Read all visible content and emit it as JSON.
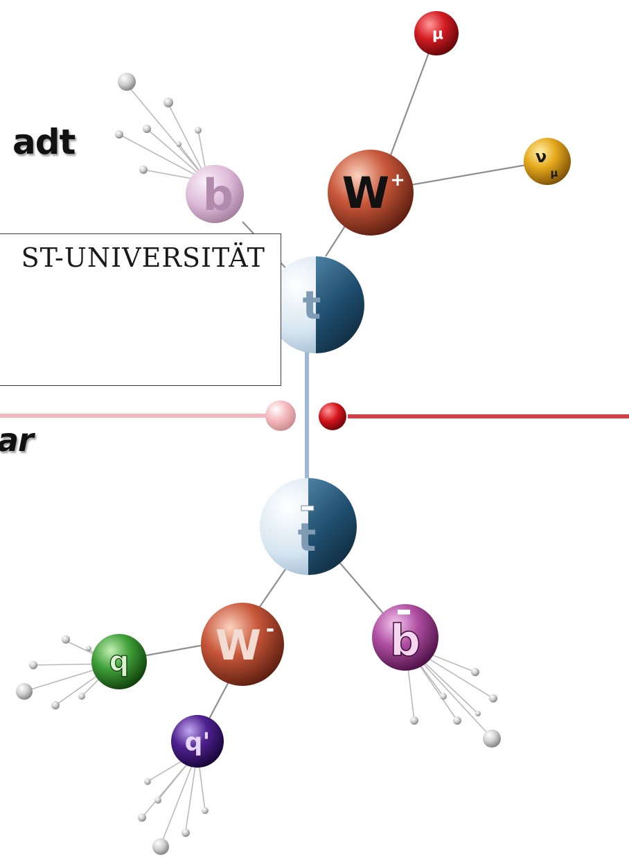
{
  "headings": {
    "top": "adt",
    "bottom": "ar"
  },
  "box": {
    "university_text": "ST-UNIVERSITÄT"
  },
  "particles": {
    "mu": "μ",
    "nu": "ν",
    "nu_sub": "μ",
    "w_plus": "W",
    "w_plus_sup": "+",
    "b": "b",
    "t": "t",
    "t_bar": "t",
    "w_minus": "W",
    "w_minus_sup": "-",
    "b_bar": "b",
    "q": "q",
    "q_prime": "q'"
  },
  "colors": {
    "beam_red": "#d0414a",
    "beam_pink": "#f2b8bc",
    "top_quark": "#2f6d93",
    "w_boson": "#c4583a",
    "muon": "#c8161e",
    "neutrino": "#e2a51a",
    "b_light": "#d9b7d6",
    "b_bar": "#a63c9a",
    "q_green": "#3ea13b",
    "q_prime_purple": "#4b1f8a",
    "line_gray": "#8e8e8e",
    "top_link": "#9cb9d6"
  }
}
